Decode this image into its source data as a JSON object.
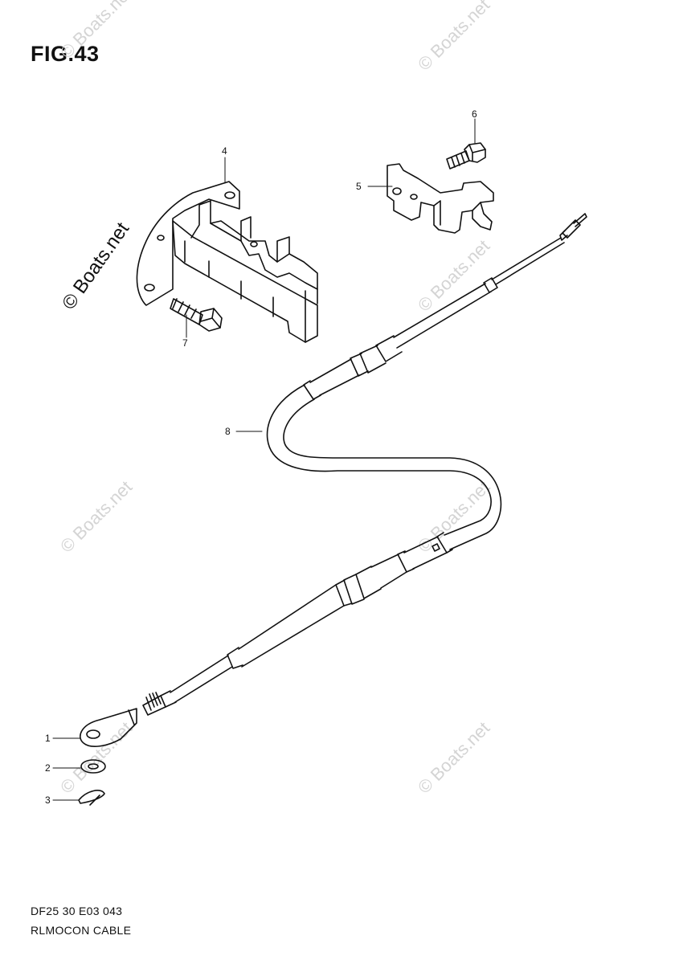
{
  "figure": {
    "title": "FIG.43"
  },
  "parts": [
    {
      "ref": "1"
    },
    {
      "ref": "2"
    },
    {
      "ref": "3"
    },
    {
      "ref": "4"
    },
    {
      "ref": "5"
    },
    {
      "ref": "6"
    },
    {
      "ref": "7"
    },
    {
      "ref": "8"
    }
  ],
  "footer": {
    "code": "DF25 30 E03 043",
    "name": "RLMOCON CABLE"
  },
  "watermark": {
    "text": "© Boats.net",
    "color": "#d4d4d4"
  }
}
